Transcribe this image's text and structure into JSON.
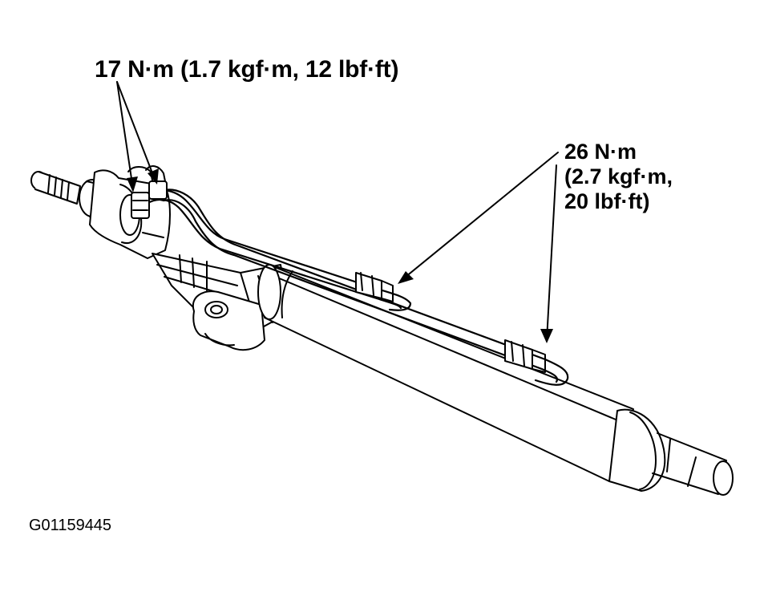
{
  "torque_specs": {
    "line_fittings_top": "17 N·m (1.7 kgf·m, 12 lbf·ft)",
    "line_fittings_right": {
      "line1": "26 N·m",
      "line2": "(2.7 kgf·m,",
      "line3": "20 lbf·ft)"
    }
  },
  "figure_id": "G01159445",
  "colors": {
    "ink": "#000000",
    "paper": "#ffffff"
  }
}
